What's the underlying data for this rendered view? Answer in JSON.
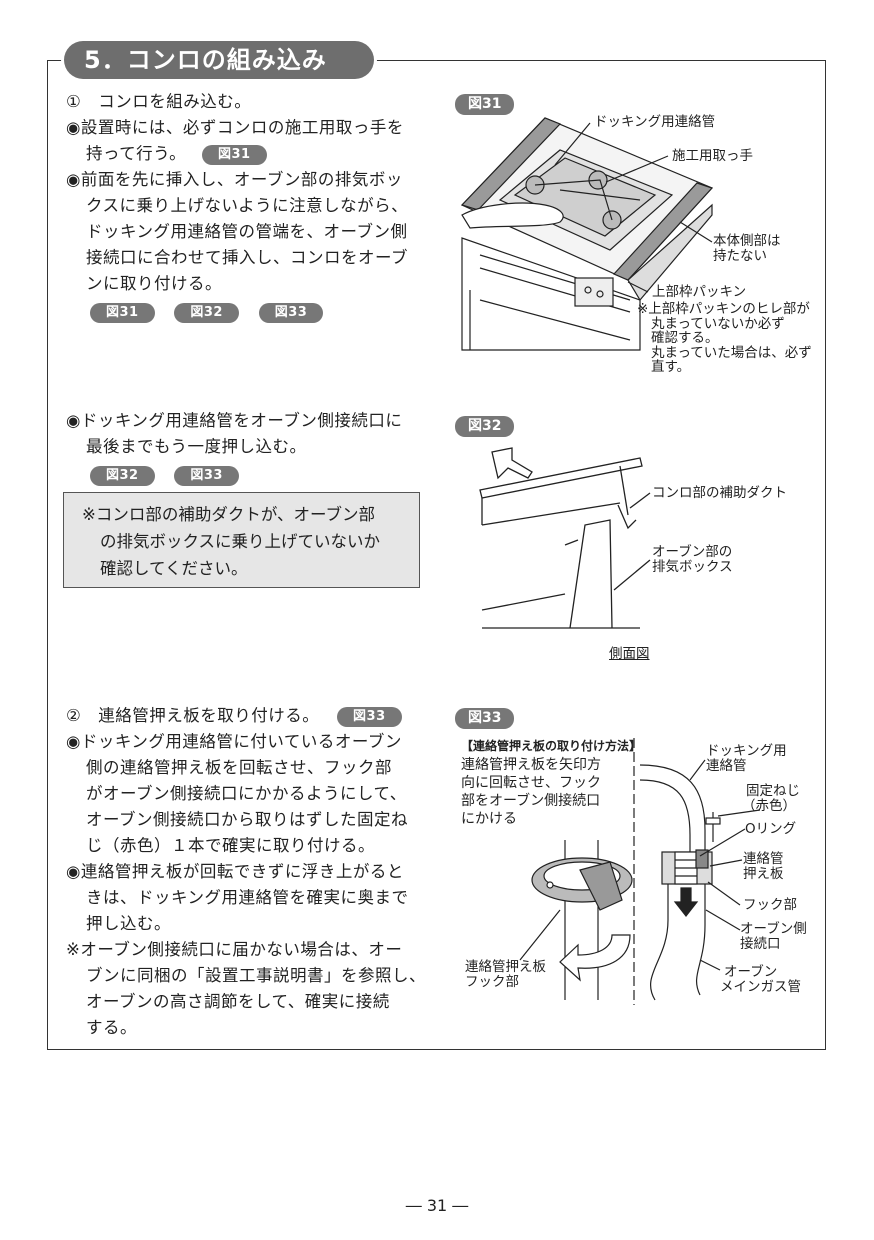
{
  "section_title": "5．コンロの組み込み",
  "step1": {
    "heading": "①　コンロを組み込む。",
    "b1_line1": "◉設置時には、必ずコンロの施工用取っ手を",
    "b1_line2": "持って行う。",
    "b1_tag": "図31",
    "b2_lines": [
      "◉前面を先に挿入し、オーブン部の排気ボッ",
      "クスに乗り上げないように注意しながら、",
      "ドッキング用連絡管の管端を、オーブン側",
      "接続口に合わせて挿入し、コンロをオーブ",
      "ンに取り付ける。"
    ],
    "b2_tags": [
      "図31",
      "図32",
      "図33"
    ],
    "b3_lines": [
      "◉ドッキング用連絡管をオーブン側接続口に",
      "最後までもう一度押し込む。"
    ],
    "b3_tags": [
      "図32",
      "図33"
    ],
    "note_lines": [
      "※コンロ部の補助ダクトが、オーブン部",
      "の排気ボックスに乗り上げていないか",
      "確認してください。"
    ]
  },
  "step2": {
    "heading": "②　連絡管押え板を取り付ける。",
    "heading_tag": "図33",
    "b1_lines": [
      "◉ドッキング用連絡管に付いているオーブン",
      "側の連絡管押え板を回転させ、フック部",
      "がオーブン側接続口にかかるようにして、",
      "オーブン側接続口から取りはずした固定ね",
      "じ（赤色）１本で確実に取り付ける。"
    ],
    "b2_lines": [
      "◉連絡管押え板が回転できずに浮き上がると",
      "きは、ドッキング用連絡管を確実に奥まで",
      "押し込む。"
    ],
    "b3_lines": [
      "※オーブン側接続口に届かない場合は、オー",
      "ブンに同梱の「設置工事説明書」を参照し、",
      "オーブンの高さ調節をして、確実に接続",
      "する。"
    ]
  },
  "fig31": {
    "tag": "図31",
    "labels": {
      "docking_pipe": "ドッキング用連絡管",
      "handle": "施工用取っ手",
      "side": [
        "本体側部は",
        "持たない"
      ],
      "packing": "上部枠パッキン",
      "packing_note": [
        "※上部枠パッキンのヒレ部が",
        "丸まっていないか必ず",
        "確認する。",
        "丸まっていた場合は、必ず",
        "直す。"
      ]
    }
  },
  "fig32": {
    "tag": "図32",
    "labels": {
      "duct": "コンロ部の補助ダクト",
      "exhaust": [
        "オーブン部の",
        "排気ボックス"
      ],
      "view": "側面図"
    }
  },
  "fig33": {
    "tag": "図33",
    "method_title": "【連絡管押え板の取り付け方法】",
    "method_lines": [
      "連絡管押え板を矢印方",
      "向に回転させ、フック",
      "部をオーブン側接続口",
      "にかける"
    ],
    "labels": {
      "docking": [
        "ドッキング用",
        "連絡管"
      ],
      "screw": [
        "固定ねじ",
        "（赤色）"
      ],
      "oring": "Oリング",
      "plate": [
        "連絡管",
        "押え板"
      ],
      "hook": "フック部",
      "port": [
        "オーブン側",
        "接続口"
      ],
      "gas": [
        "オーブン",
        "メインガス管"
      ],
      "plate_hook": [
        "連絡管押え板",
        "フック部"
      ]
    }
  },
  "page_number": "― 31 ―"
}
